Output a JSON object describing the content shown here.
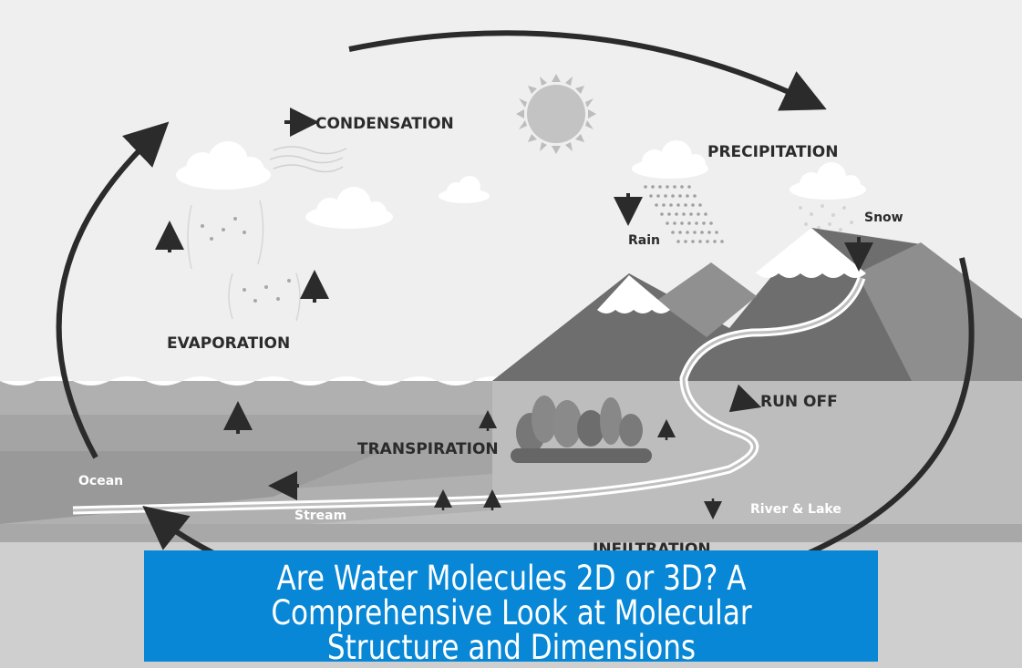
{
  "diagram": {
    "labels": {
      "condensation": "CONDENSATION",
      "precipitation": "PRECIPITATION",
      "evaporation": "EVAPORATION",
      "transpiration": "TRANSPIRATION",
      "run_off": "RUN OFF",
      "infiltration": "INFILTRATION",
      "rain": "Rain",
      "snow": "Snow",
      "ocean": "Ocean",
      "stream": "Stream",
      "river_lake": "River & Lake"
    },
    "icons": [
      "sun-icon",
      "cloud-icon",
      "raindrop-icon",
      "snowflake-icon",
      "tree-icon",
      "arrow-icon",
      "mountain-icon"
    ],
    "colors": {
      "sky": "#efefef",
      "mountain_dark": "#6e6e6e",
      "mountain_mid": "#8a8a8a",
      "ground": "#b5b5b5",
      "water": "#a6a6a6",
      "arrow": "#2b2b2b"
    }
  },
  "banner": {
    "title": "Are Water Molecules 2D or 3D? A Comprehensive Look at Molecular Structure and Dimensions",
    "background": "#0787d6"
  }
}
